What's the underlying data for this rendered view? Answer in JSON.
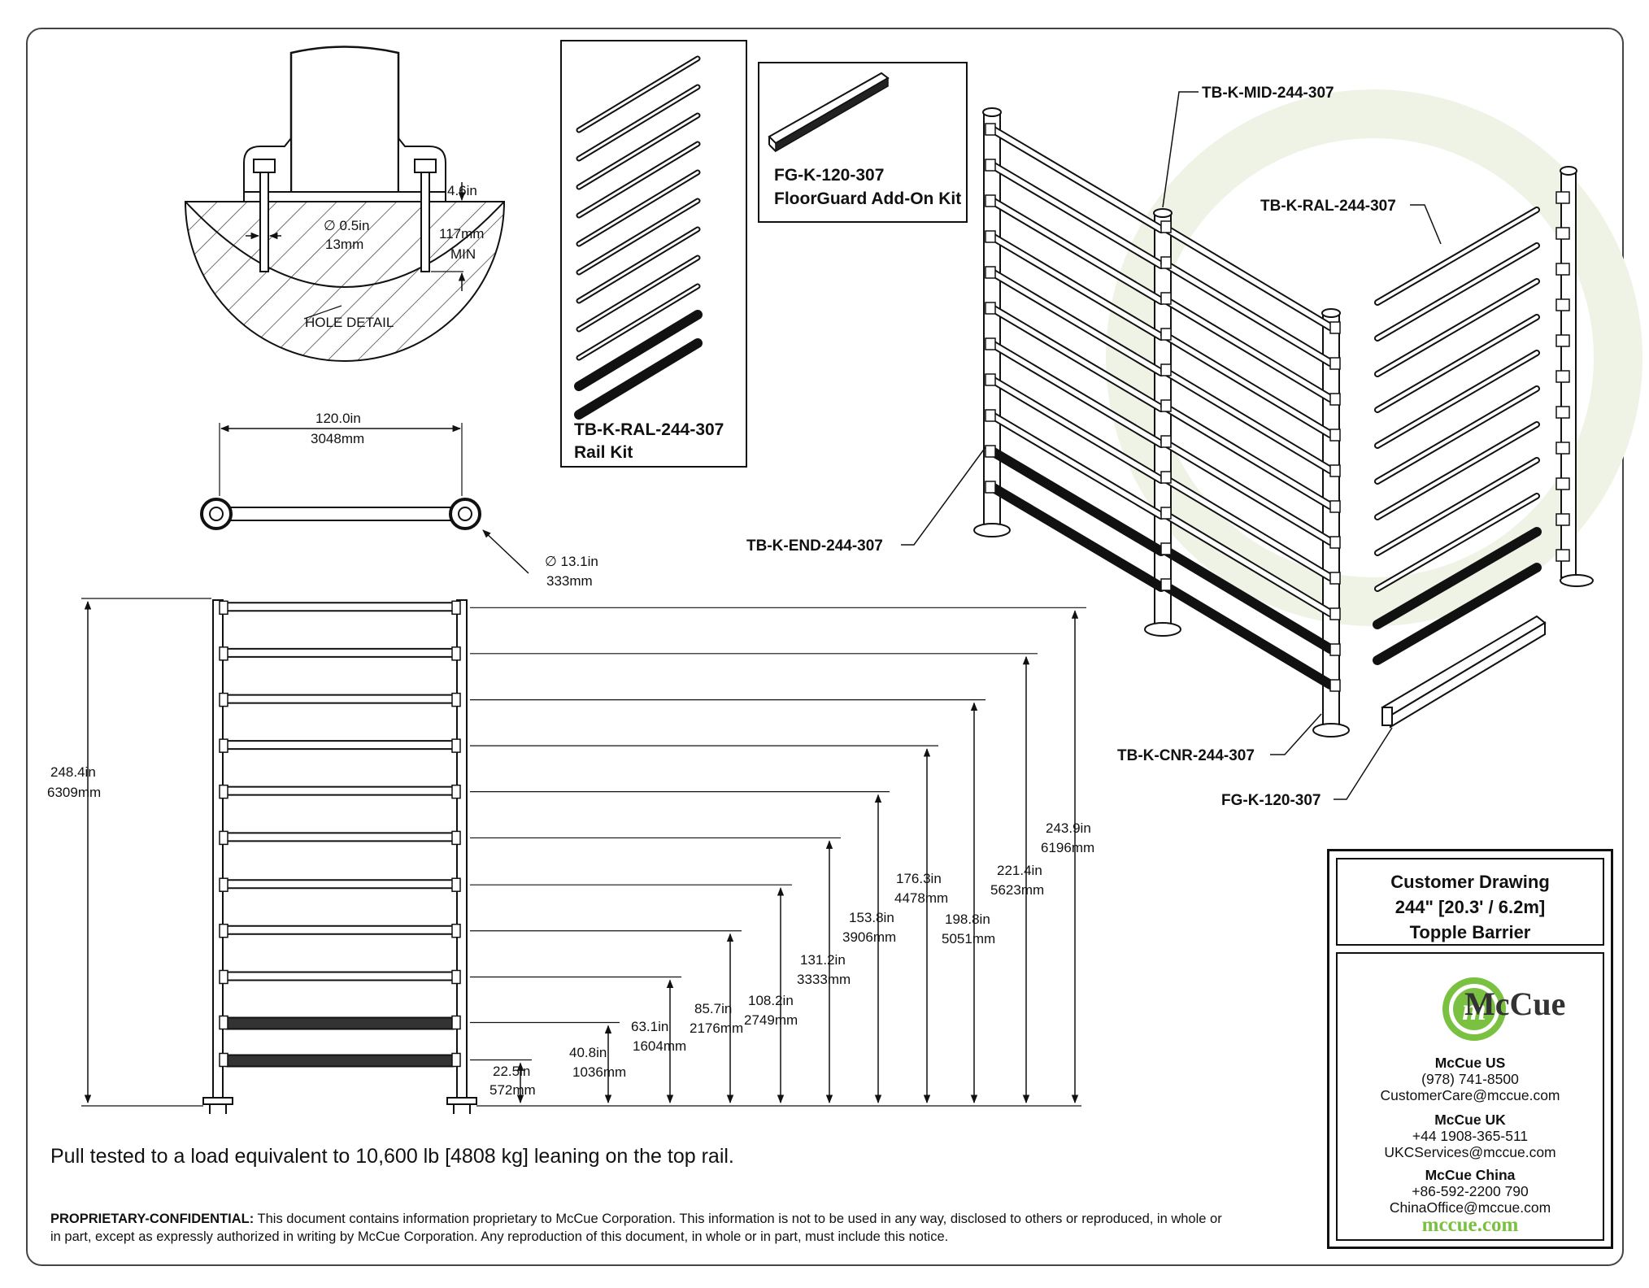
{
  "hole_detail": {
    "label": "HOLE DETAIL",
    "diameter_in": "∅ 0.5in",
    "diameter_mm": "13mm",
    "depth_in": "4.6in",
    "depth_mm": "117mm",
    "depth_note": "MIN"
  },
  "top_view": {
    "width_in": "120.0in",
    "width_mm": "3048mm",
    "base_in": "∅ 13.1in",
    "base_mm": "333mm"
  },
  "front_view": {
    "overall_in": "248.4in",
    "overall_mm": "6309mm",
    "rail_heights": [
      {
        "inch": "22.5in",
        "mm": "572mm"
      },
      {
        "inch": "40.8in",
        "mm": "1036mm"
      },
      {
        "inch": "63.1in",
        "mm": "1604mm"
      },
      {
        "inch": "85.7in",
        "mm": "2176mm"
      },
      {
        "inch": "108.2in",
        "mm": "2749mm"
      },
      {
        "inch": "131.2in",
        "mm": "3333mm"
      },
      {
        "inch": "153.8in",
        "mm": "3906mm"
      },
      {
        "inch": "176.3in",
        "mm": "4478mm"
      },
      {
        "inch": "198.8in",
        "mm": "5051mm"
      },
      {
        "inch": "221.4in",
        "mm": "5623mm"
      },
      {
        "inch": "243.9in",
        "mm": "6196mm"
      }
    ]
  },
  "rail_kit": {
    "part": "TB-K-RAL-244-307",
    "name": "Rail Kit"
  },
  "floorguard_kit": {
    "part": "FG-K-120-307",
    "name": "FloorGuard Add-On Kit"
  },
  "callouts": {
    "mid": "TB-K-MID-244-307",
    "ral": "TB-K-RAL-244-307",
    "end": "TB-K-END-244-307",
    "cnr": "TB-K-CNR-244-307",
    "fg": "FG-K-120-307"
  },
  "load_note": "Pull tested to a load equivalent to 10,600 lb [4808 kg] leaning on the top rail.",
  "confidential": {
    "heading": "PROPRIETARY-CONFIDENTIAL:",
    "text": "This document contains information proprietary to McCue Corporation. This information is not to be used in any way, disclosed to others or reproduced, in whole or in part, except as expressly authorized in writing by McCue Corporation. Any reproduction of this document, in whole or in part, must include this notice."
  },
  "title_block": {
    "line1": "Customer Drawing",
    "line2": "244\" [20.3' / 6.2m]",
    "line3": "Topple Barrier",
    "brand": "McCue",
    "logo_letter": "m",
    "offices": [
      {
        "name": "McCue US",
        "phone": "(978) 741-8500",
        "email": "CustomerCare@mccue.com"
      },
      {
        "name": "McCue UK",
        "phone": "+44 1908-365-511",
        "email": "UKCServices@mccue.com"
      },
      {
        "name": "McCue China",
        "phone": "+86-592-2200 790",
        "email": "ChinaOffice@mccue.com"
      }
    ],
    "website": "mccue.com"
  },
  "colors": {
    "line": "#111111",
    "brand_green": "#7ac142",
    "watermark": "#eef3e6"
  }
}
